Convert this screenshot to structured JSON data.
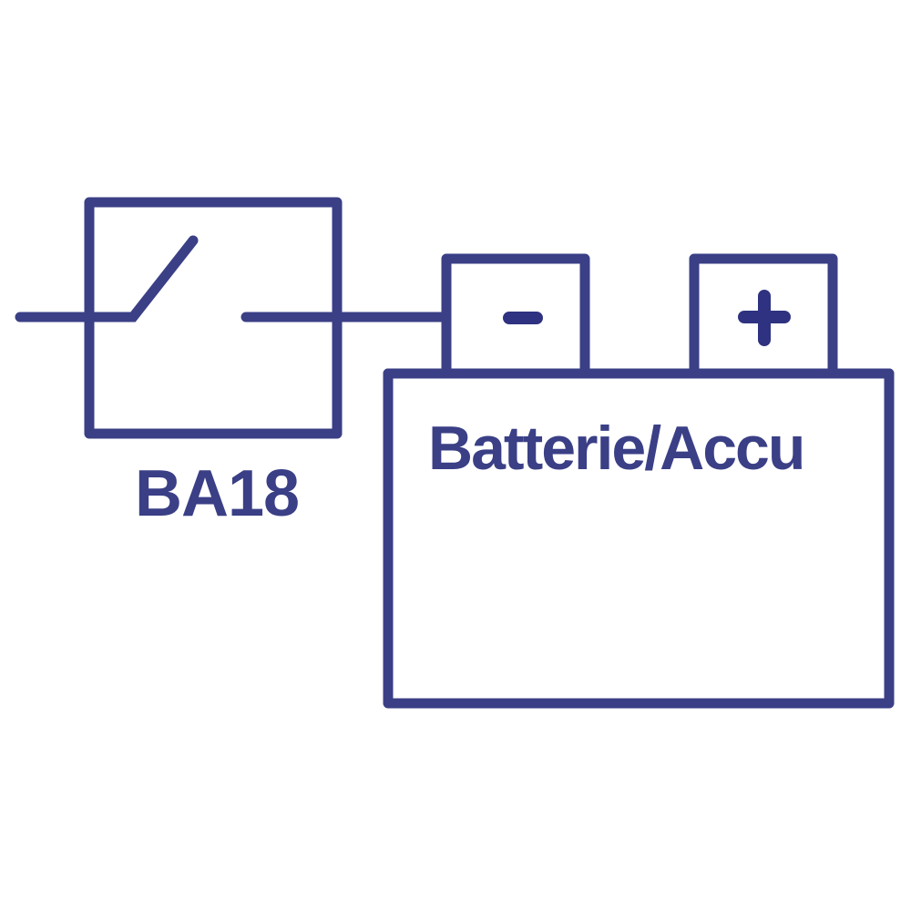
{
  "diagram": {
    "type": "wiring-schematic",
    "switch": {
      "label": "BA18",
      "state": "open"
    },
    "battery": {
      "label": "Batterie/Accu",
      "terminals": [
        {
          "name": "negative",
          "symbol": "-"
        },
        {
          "name": "positive",
          "symbol": "+"
        }
      ]
    },
    "colors": {
      "line": "#3a3f86",
      "background": "#ffffff"
    }
  }
}
